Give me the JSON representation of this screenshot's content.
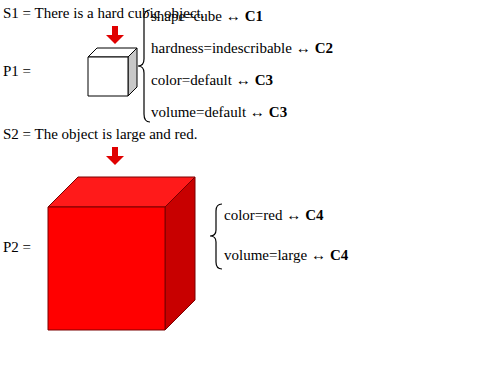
{
  "diagram": {
    "labels": [
      "S1 = There is a hard cubic object.",
      "P1 =",
      "shape=cube ↔",
      "C1",
      "hardness=indescribable ↔",
      "C2",
      "color=default ↔",
      "C3",
      "volume=default ↔",
      "C3",
      "S2 = The object is large and red.",
      "P2 =",
      "color=red ↔",
      "C4",
      "volume=large ↔",
      "C4"
    ]
  }
}
